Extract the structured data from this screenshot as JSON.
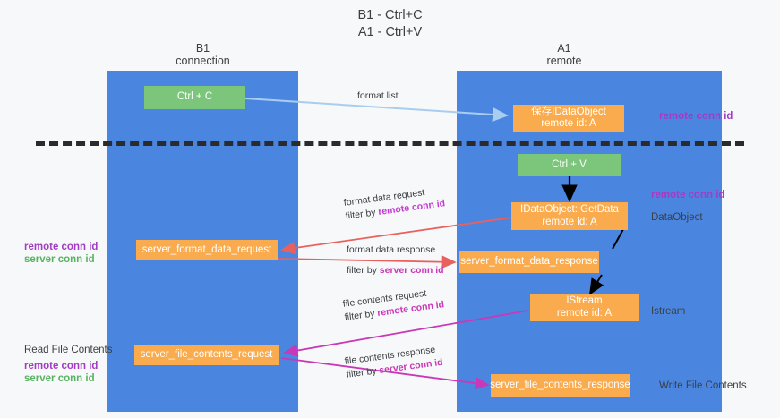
{
  "title": {
    "line1": "B1 - Ctrl+C",
    "line2": "A1 - Ctrl+V"
  },
  "columns": [
    {
      "name": "B1",
      "sub": "connection"
    },
    {
      "name": "A1",
      "sub": "remote"
    }
  ],
  "nodes": {
    "ctrl_c": "Ctrl + C",
    "ctrl_v": "Ctrl + V",
    "save_idataobject_l1": "保存IDataObject",
    "save_idataobject_l2": "remote id: A",
    "getdata_l1": "IDataObject::GetData",
    "getdata_l2": "remote id: A",
    "istream_l1": "IStream",
    "istream_l2": "remote id: A",
    "server_format_data_request": "server_format_data_request",
    "server_format_data_response": "server_format_data_response",
    "server_file_contents_request": "server_file_contents_request",
    "server_file_contents_response": "server_file_contents_response"
  },
  "edges": {
    "format_list": "format list",
    "format_data_request": "format data request",
    "format_data_request_filter_prefix": "filter by ",
    "format_data_request_filter_key": "remote conn id",
    "format_data_response": "format data response",
    "format_data_response_filter_prefix": "filter by ",
    "format_data_response_filter_key": "server conn id",
    "file_contents_request": "file contents request",
    "file_contents_request_filter_prefix": "filter by ",
    "file_contents_request_filter_key": "remote conn id",
    "file_contents_response": "file contents response",
    "file_contents_response_filter_prefix": "filter by ",
    "file_contents_response_filter_key": "server conn id"
  },
  "annotations": {
    "right_remote_conn_id_top": "remote conn id",
    "right_remote_conn_id_mid": "remote conn id",
    "right_dataobject": "DataObject",
    "right_istream": "Istream",
    "right_write_file_contents": "Write File Contents",
    "left_remote_conn_id_1": "remote conn id",
    "left_server_conn_id_1": "server conn id",
    "left_read_file_contents": "Read File Contents",
    "left_remote_conn_id_2": "remote conn id",
    "left_server_conn_id_2": "server conn id"
  },
  "colors": {
    "lane": "#4a86e0",
    "node_green": "#7bc67b",
    "node_orange": "#f9ab4e",
    "accent_purple": "#a23cc4",
    "accent_green": "#57b361",
    "accent_magenta": "#c838b8",
    "arrow_light_blue": "#a8cdf0",
    "arrow_red": "#e8615e",
    "arrow_black": "#000000",
    "divider_dash": "#2b2b2b"
  }
}
